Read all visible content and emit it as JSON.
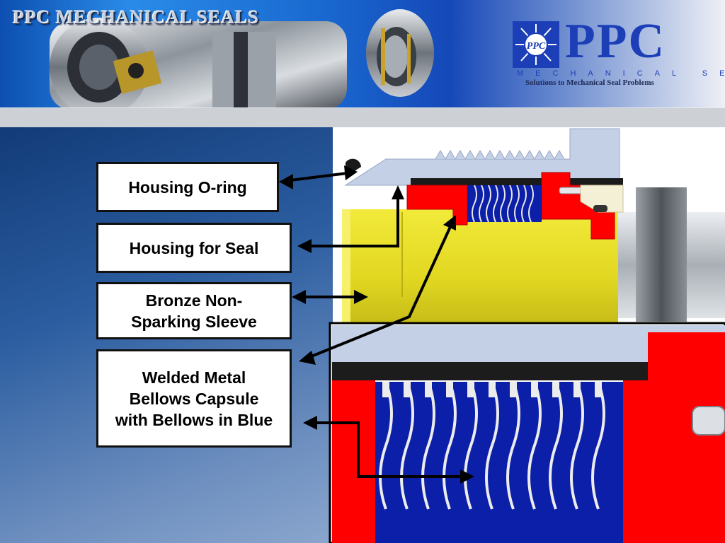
{
  "header": {
    "title": "PPC MECHANICAL SEALS",
    "logo_wordmark": "PPC",
    "logo_monogram": "PPC",
    "logo_subtitle": "MECHANICAL SEALS",
    "logo_tagline": "Solutions to Mechanical Seal Problems"
  },
  "labels": {
    "housing_oring": "Housing O-ring",
    "housing_for_seal": "Housing for Seal",
    "bronze_sleeve": "Bronze Non-\nSparking Sleeve",
    "bellows_capsule": "Welded Metal\nBellows Capsule\nwith Bellows in Blue"
  },
  "colors": {
    "header_blue": "#1968cf",
    "logo_blue": "#1c3fb8",
    "seal_red": "#ff0000",
    "bellows_blue": "#0b1fa8",
    "sleeve_yellow": "#e8e02a",
    "housing_gray": "#c4d0e6",
    "arrow": "#000000"
  },
  "icons": [
    "seal-photo-icon",
    "ppc-logo-icon",
    "arrow-icon"
  ]
}
